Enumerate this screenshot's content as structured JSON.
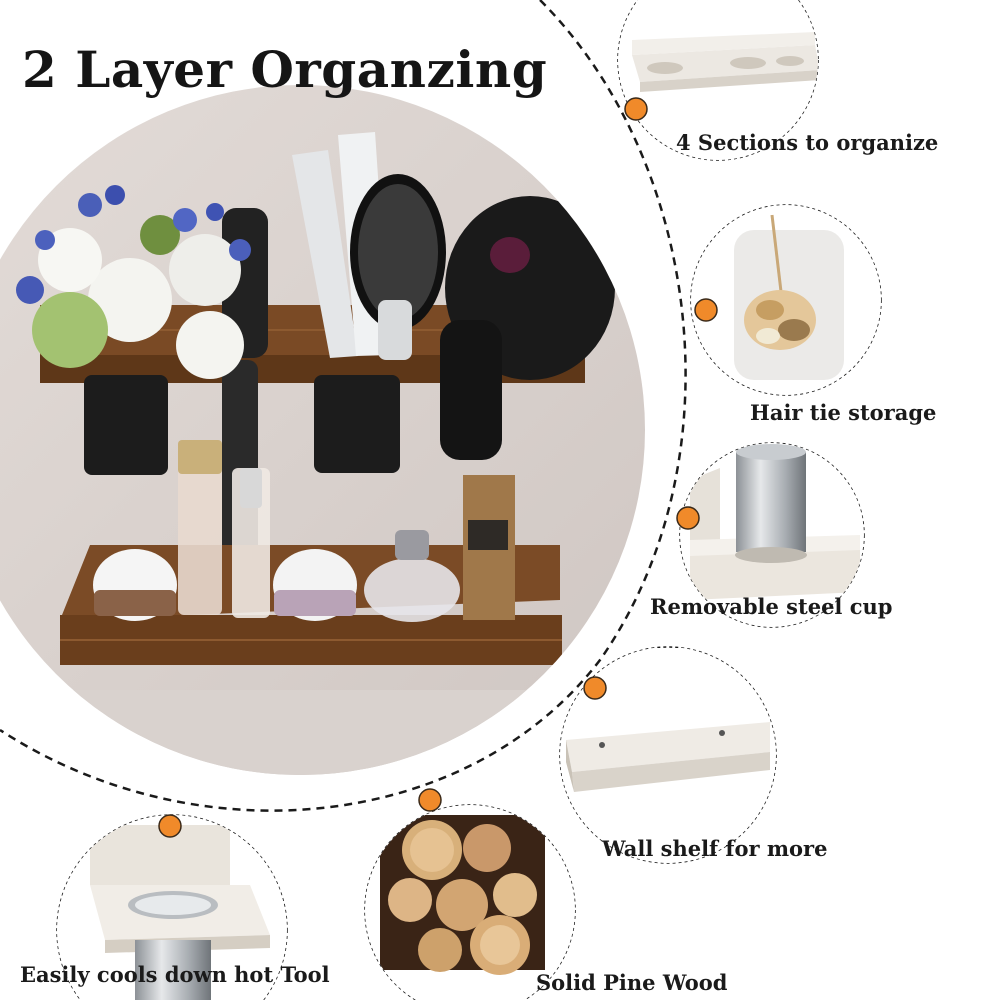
{
  "title": "2 Layer Organzing",
  "features": {
    "sections": "4 Sections to organize",
    "hair_tie": "Hair tie storage",
    "steel_cup": "Removable steel cup",
    "wall_shelf": "Wall shelf for more",
    "cools_down": "Easily cools down hot Tool",
    "pine_wood": "Solid  Pine Wood"
  },
  "colors": {
    "connector_dot": "#f08a2a",
    "wood_dark": "#6b3f1f",
    "wood_white": "#ece8e2",
    "steel": "#b8bcc0",
    "dashed_line": "#1a1a1a"
  }
}
